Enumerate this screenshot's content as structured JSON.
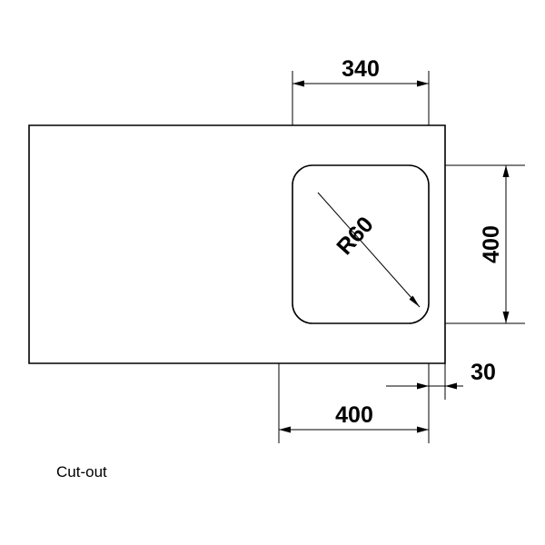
{
  "drawing": {
    "caption": "Cut-out",
    "dimensions": {
      "top_width": "340",
      "right_height": "400",
      "bottom_width": "400",
      "offset_right": "30",
      "corner_radius": "R60"
    },
    "colors": {
      "line": "#000000",
      "background": "#ffffff",
      "fill": "#ffffff"
    }
  }
}
